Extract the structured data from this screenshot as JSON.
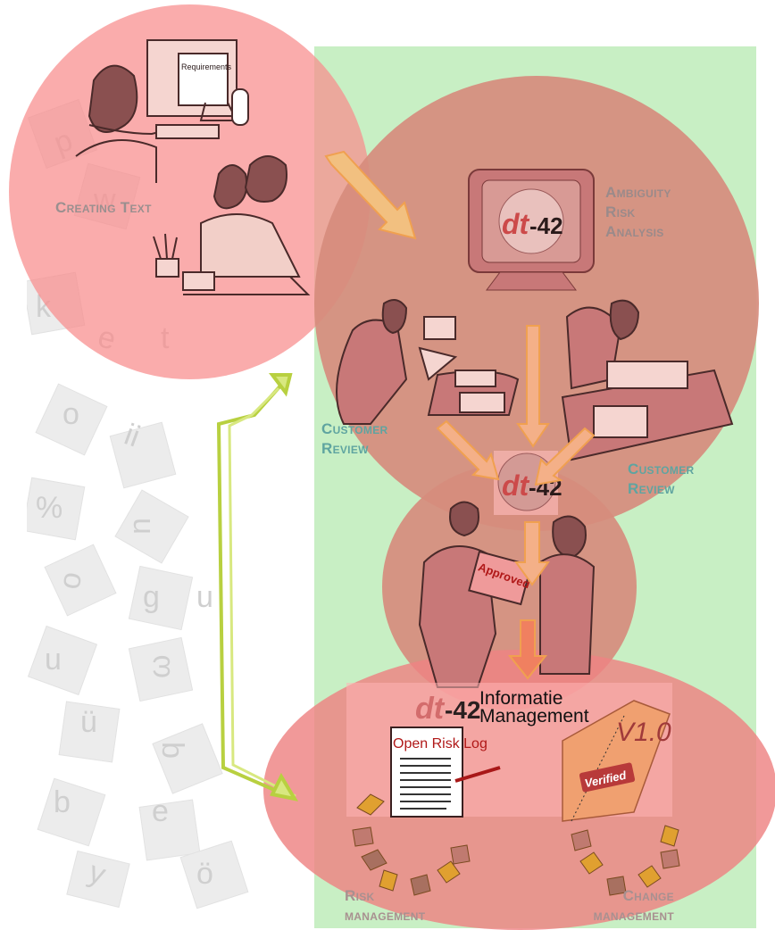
{
  "labels": {
    "creating_text": "Creating Text",
    "ambiguity": [
      "Ambiguity",
      "Risk",
      "Analysis"
    ],
    "customer_review_left": [
      "Customer",
      "Review"
    ],
    "customer_review_right": [
      "Customer",
      "Review"
    ],
    "risk_management": [
      "Risk",
      "management"
    ],
    "change_management": [
      "Change",
      "management"
    ]
  },
  "monitor_badge": {
    "dt": "dt",
    "num": "-42"
  },
  "center_badge": {
    "dt": "dt",
    "num": "-42"
  },
  "approved_stamp": "Approved",
  "requirements_screen": "Requirements",
  "informatie_management": {
    "dt": "dt",
    "num": "-42",
    "line1": "Informatie",
    "line2": "Management"
  },
  "open_risk_log": "Open Risk Log",
  "version_doc": {
    "version": "V1.0",
    "stamp": "Verified"
  },
  "colors": {
    "green_panel": "#c8efc4",
    "pink_circle": "#f88c8c",
    "brown_circle": "#d68c7d",
    "label_gray": "#9a8f8f",
    "label_teal": "#5fa4a0",
    "arrow_orange": "#f0a050",
    "arrow_green": "#b8d040"
  }
}
